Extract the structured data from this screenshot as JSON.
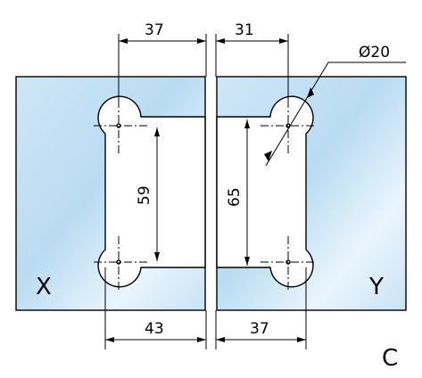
{
  "diagram": {
    "dimensions": {
      "top_left": "37",
      "top_right": "31",
      "diameter": "Ø20",
      "vertical_left": "59",
      "vertical_right": "65",
      "bottom_left": "43",
      "bottom_right": "37"
    },
    "side_labels": {
      "left": "X",
      "right": "Y"
    },
    "corner_label": "C",
    "colors": {
      "glass_light": "#eef7fd",
      "glass_mid": "#cfe6f6",
      "glass_dark": "#b9dcf2",
      "line": "#000000"
    }
  }
}
